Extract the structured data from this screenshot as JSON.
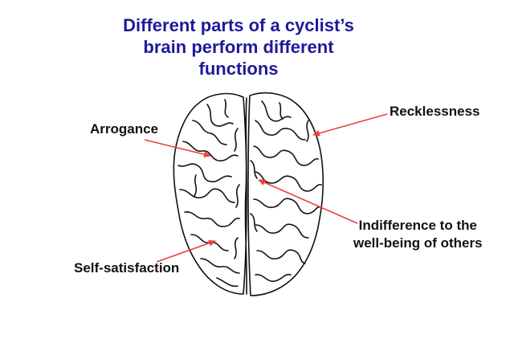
{
  "title": {
    "line1": "Different parts of a cyclist’s",
    "line2": "brain perform different",
    "line3": "functions"
  },
  "labels": {
    "recklessness": "Recklessness",
    "arrogance": "Arrogance",
    "indifference_line1": "Indifference to the",
    "indifference_line2": "well-being of others",
    "self_satisfaction": "Self-satisfaction"
  },
  "colors": {
    "title": "#1f1a9b",
    "label_text": "#111111",
    "arrow": "#e8433a",
    "brain_outline": "#111111"
  }
}
